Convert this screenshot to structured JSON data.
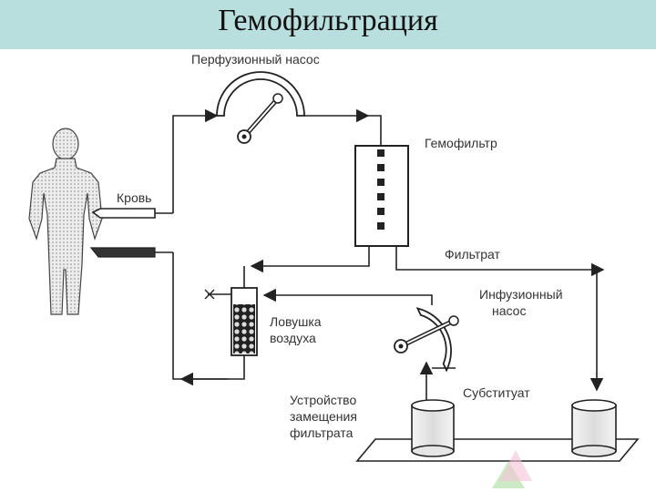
{
  "title": "Гемофильтрация",
  "labels": {
    "perfusion_pump": "Перфузионный насос",
    "hemofilter": "Гемофильтр",
    "blood": "Кровь",
    "filtrate": "Фильтрат",
    "infusion_pump_line1": "Инфузионный",
    "infusion_pump_line2": "насос",
    "air_trap_line1": "Ловушка",
    "air_trap_line2": "воздуха",
    "substitute": "Субституат",
    "replacement_line1": "Устройство",
    "replacement_line2": "замещения",
    "replacement_line3": "фильтрата"
  },
  "colors": {
    "title_bar": "#b9dede",
    "line": "#222222"
  }
}
